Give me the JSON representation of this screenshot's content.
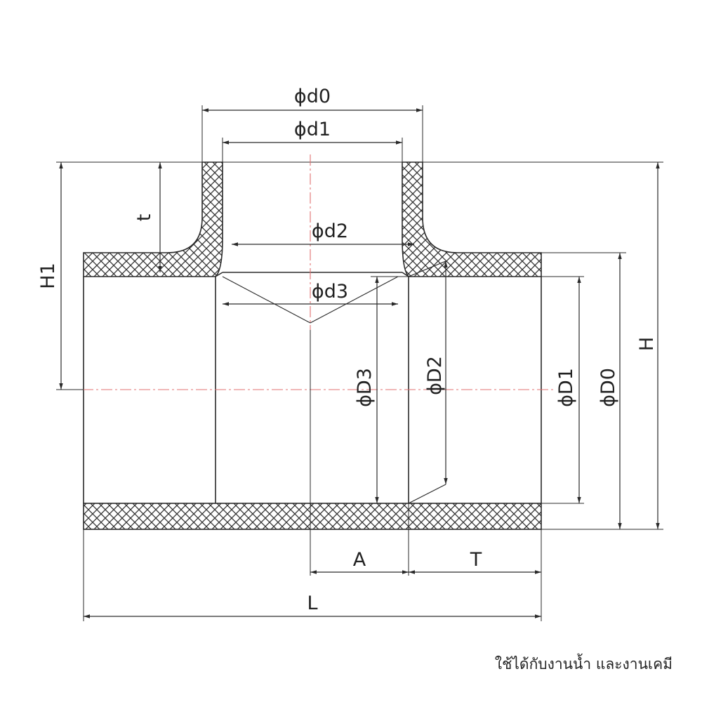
{
  "labels": {
    "d0": "ϕd0",
    "d1": "ϕd1",
    "d2": "ϕd2",
    "d3": "ϕd3",
    "t": "t",
    "H1": "H1",
    "H": "H",
    "D0": "ϕD0",
    "D1": "ϕD1",
    "D2": "ϕD2",
    "D3": "ϕD3",
    "A": "A",
    "T": "T",
    "L": "L"
  },
  "note": "ใช้ได้กับงานน้ำ และงานเคมี",
  "colors": {
    "line": "#2a2a2a",
    "centerline": "#e07070",
    "background": "#ffffff"
  }
}
